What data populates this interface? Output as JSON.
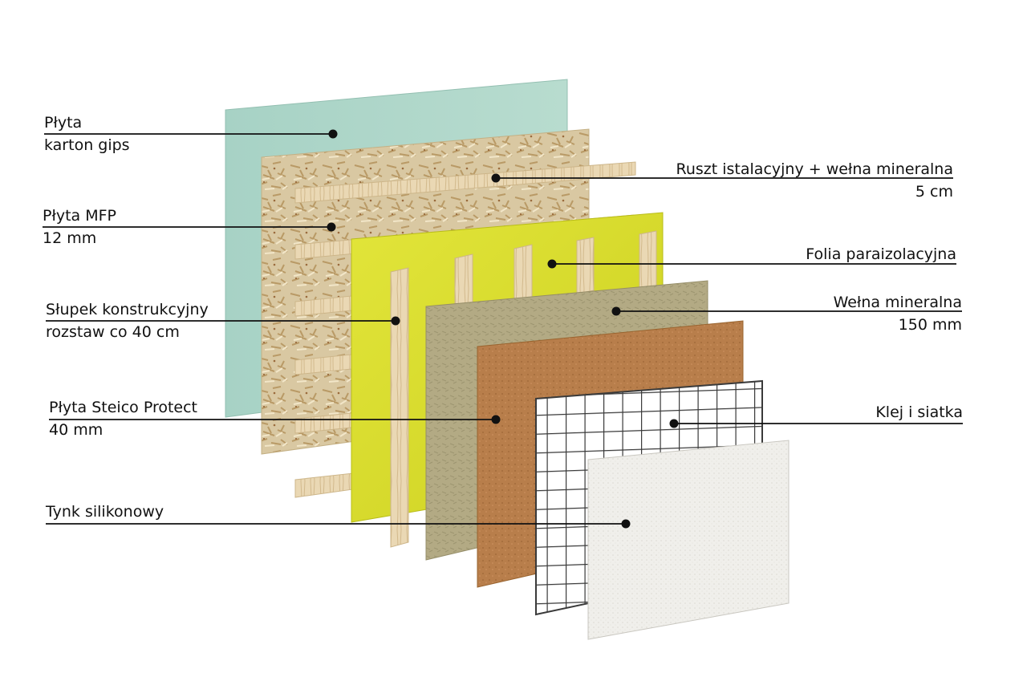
{
  "colors": {
    "gypsum": "#a6d0c3",
    "osb": "#d9c8a2",
    "battens": "#ead8b4",
    "vapor_foil": "#d9dd2a",
    "mineral_wool": "#b3aa84",
    "fiberboard": "#b87e4b",
    "mesh": "#3a3a3a",
    "plaster": "#f0efeb",
    "leader": "#111111"
  },
  "labels": {
    "gypsum": {
      "line1": "Płyta",
      "line2": "karton gips"
    },
    "mfp": {
      "line1": "Płyta MFP",
      "line2": "12 mm"
    },
    "stud": {
      "line1": "Słupek konstrukcyjny",
      "line2": "rozstaw co 40 cm"
    },
    "steico": {
      "line1": "Płyta Steico Protect",
      "line2": "40 mm"
    },
    "plaster": {
      "line1": "Tynk silikonowy"
    },
    "service": {
      "line1": "Ruszt istalacyjny + wełna mineralna",
      "line2": "5 cm"
    },
    "foil": {
      "line1": "Folia paraizolacyjna"
    },
    "wool": {
      "line1": "Wełna mineralna",
      "line2": "150 mm"
    },
    "mesh": {
      "line1": "Klej i siatka"
    }
  }
}
